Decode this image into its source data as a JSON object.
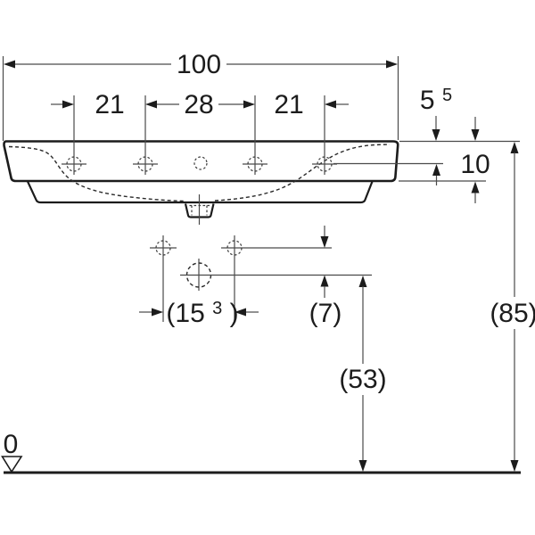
{
  "drawing": {
    "kind": "washbasin-dimension-diagram",
    "ink_color": "#1c1c1c",
    "dimensions": {
      "overall_width": "100",
      "spacing_left": "21",
      "spacing_center": "28",
      "spacing_right": "21",
      "taphole_depth_base": "5",
      "taphole_depth_sup": "5",
      "rim_thickness": "10",
      "fixing_spacing_open": "(15",
      "fixing_spacing_sup": "3",
      "fixing_spacing_close": ")",
      "drain_offset": "(7)",
      "drain_height": "(53)",
      "overall_height": "(85)",
      "datum_zero": "0"
    }
  }
}
